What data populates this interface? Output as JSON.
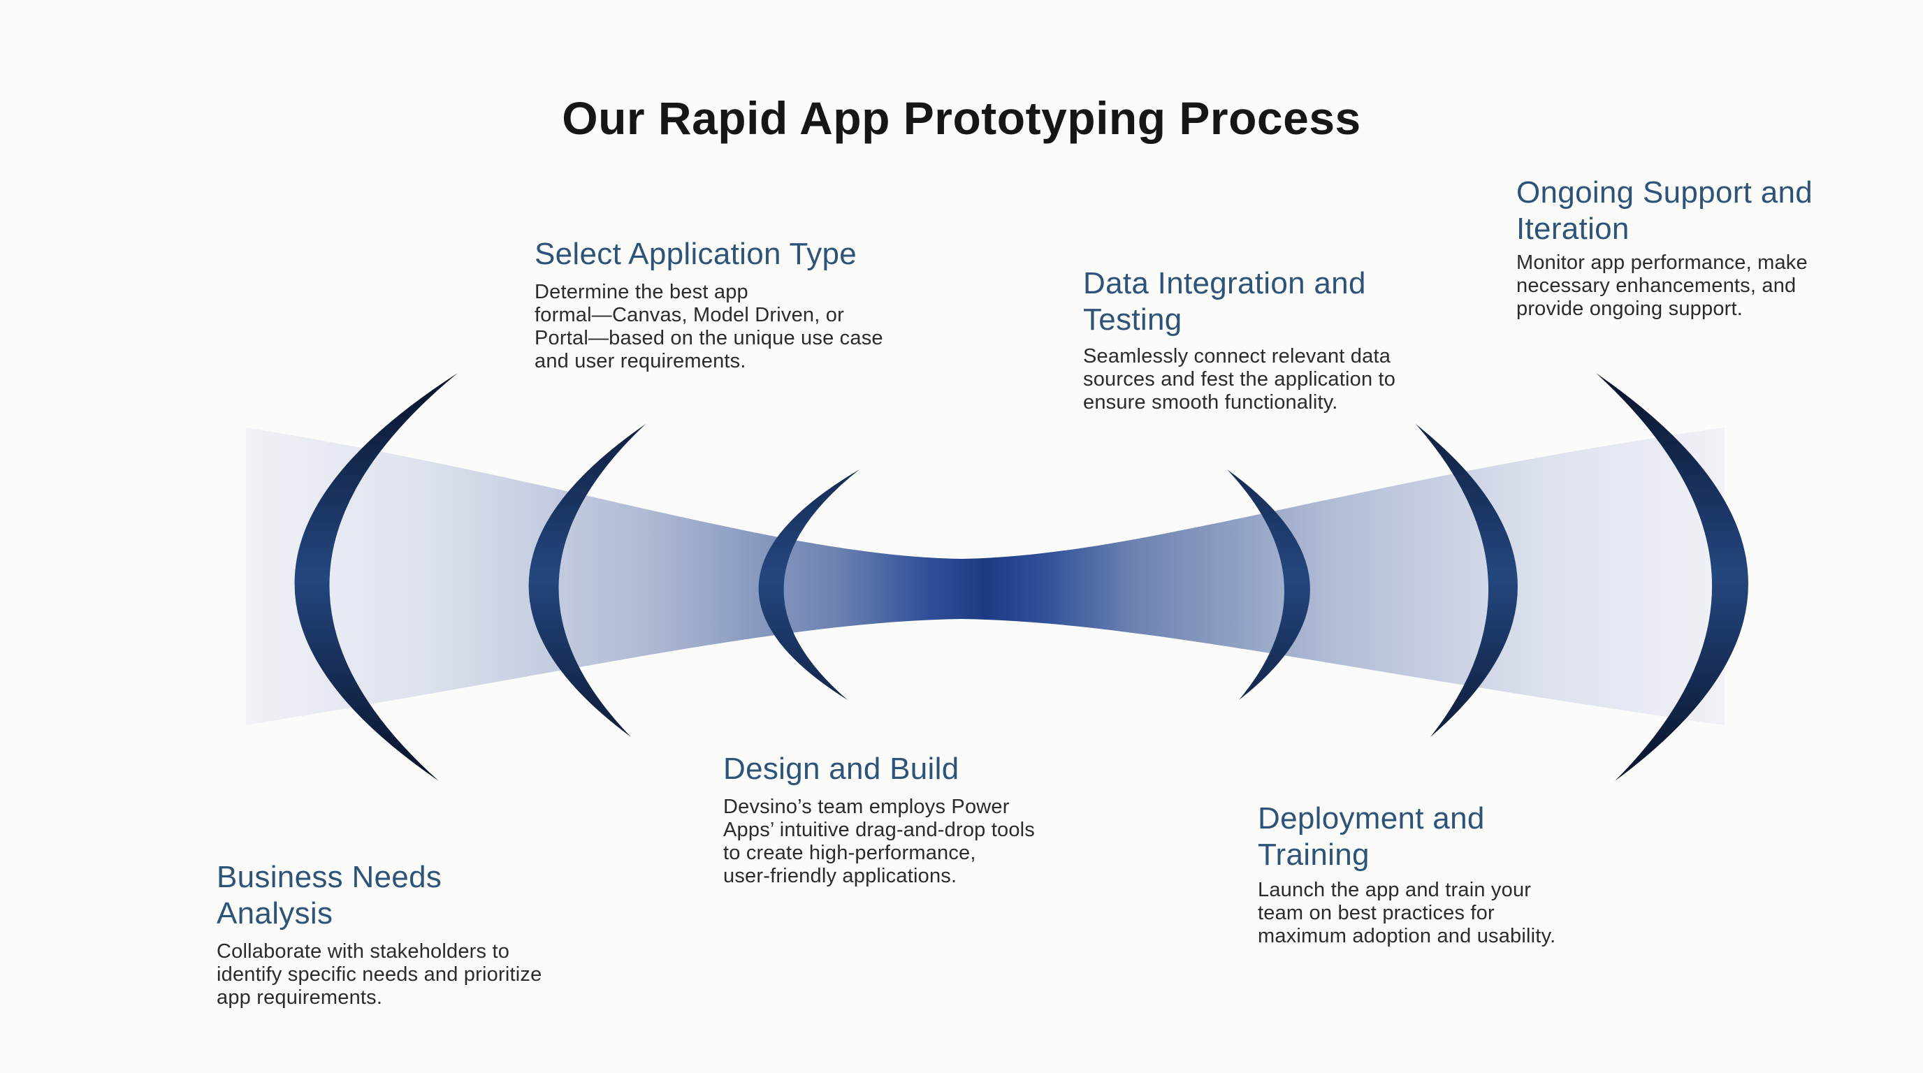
{
  "title": "Our Rapid App Prototyping Process",
  "steps": [
    {
      "id": "business-needs-analysis",
      "heading": "Business Needs Analysis",
      "body": "Collaborate with stakeholders to\nidentify specific needs and prioritize\napp requirements."
    },
    {
      "id": "select-application-type",
      "heading": "Select Application Type",
      "body": "Determine the best app\nformal—Canvas, Model Driven, or\nPortal—based on the unique use case\nand user requirements."
    },
    {
      "id": "design-and-build",
      "heading": "Design and Build",
      "body": "Devsino’s team employs Power\nApps’ intuitive drag-and-drop tools\nto create high-performance,\nuser-friendly applications."
    },
    {
      "id": "data-integration-and-testing",
      "heading": "Data Integration and\nTesting",
      "body": "Seamlessly connect relevant data\nsources and fest the application to\nensure smooth functionality."
    },
    {
      "id": "deployment-and-training",
      "heading": "Deployment and\nTraining",
      "body": "Launch the app and train your\nteam on best practices for\nmaximum adoption and usability."
    },
    {
      "id": "ongoing-support-and-iteration",
      "heading": "Ongoing Support and\nIteration",
      "body": "Monitor app performance, make\nnecessary enhancements, and\nprovide ongoing support."
    }
  ],
  "colors": {
    "background": "#fbfbf9",
    "title_text": "#161616",
    "heading_text": "#2d5478",
    "body_text": "#2b2b2b",
    "band_light": "#f1f2f7",
    "band_mid": "#6c82b0",
    "band_center": "#1d3b84",
    "crescent_mid": "#24477f",
    "crescent_tip": "#081026"
  }
}
